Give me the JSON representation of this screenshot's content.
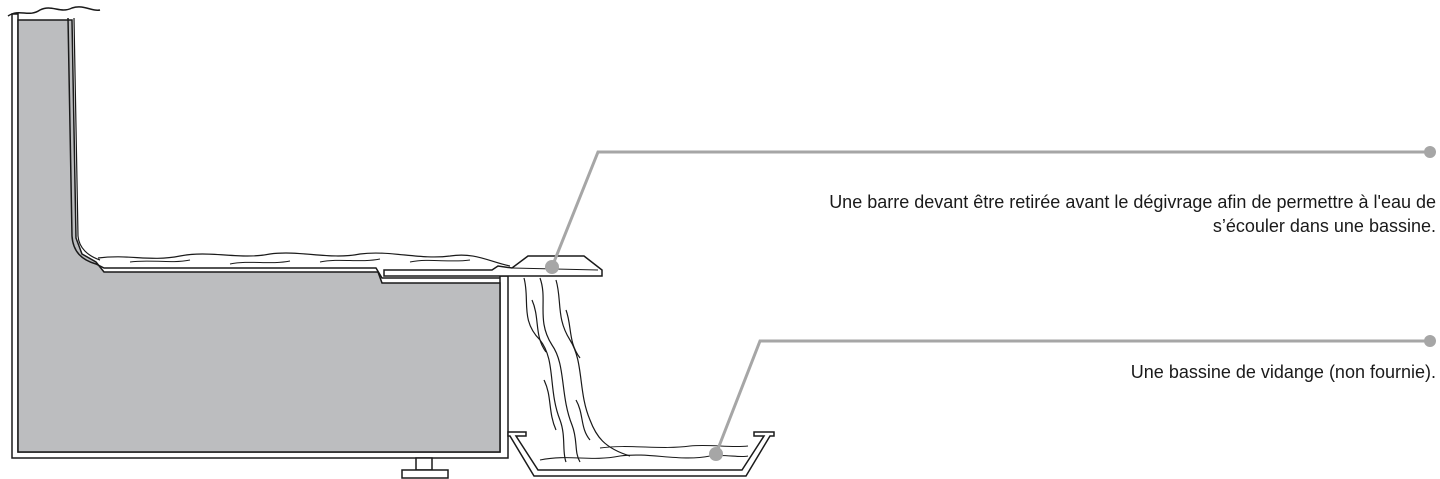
{
  "callouts": {
    "bar": {
      "line1": "Une barre devant être retirée avant le dégivrage afin de permettre à l'eau de",
      "line2": "s’écouler dans une bassine."
    },
    "basin": {
      "line1": "Une bassine de vidange (non fournie)."
    }
  },
  "colors": {
    "fill_gray": "#bcbdbf",
    "stroke": "#1a1a1a",
    "leader": "#a6a6a6"
  }
}
